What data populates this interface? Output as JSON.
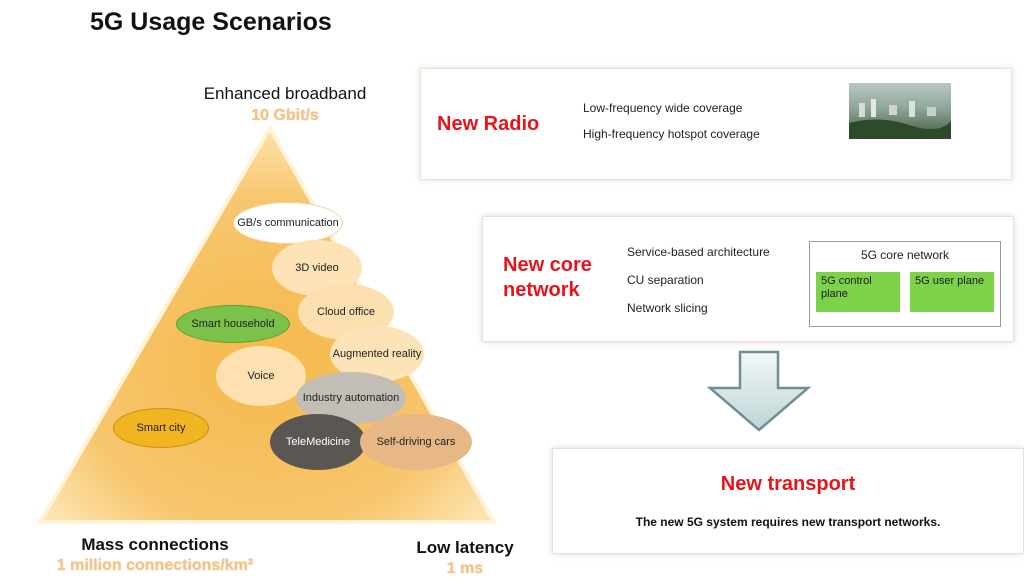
{
  "title": "5G Usage Scenarios",
  "pyramid": {
    "top_label": "Enhanced broadband",
    "top_value": "10 Gbit/s",
    "left_label": "Mass connections",
    "left_value": "1 million connections/km²",
    "right_label": "Low latency",
    "right_value": "1 ms",
    "colors": {
      "fill": "#f7bf5c",
      "edge": "#ffe9b8"
    },
    "bubbles": {
      "gbs": "GB/s communication",
      "video3d": "3D video",
      "cloud": "Cloud office",
      "household": "Smart household",
      "ar": "Augmented reality",
      "voice": "Voice",
      "industry": "Industry automation",
      "city": "Smart city",
      "telemedicine": "TeleMedicine",
      "cars": "Self-driving cars"
    }
  },
  "radio": {
    "heading": "New Radio",
    "features": [
      "Low-frequency wide coverage",
      "High-frequency hotspot coverage"
    ],
    "image_icon": "city-aerial-photo"
  },
  "core": {
    "heading_line1": "New core",
    "heading_line2": "network",
    "features": [
      "Service-based architecture",
      "CU separation",
      "Network slicing"
    ],
    "box_title": "5G core network",
    "control_plane": "5G control plane",
    "user_plane": "5G user plane"
  },
  "arrow_icon": "down-arrow-icon",
  "transport": {
    "heading": "New transport",
    "description": "The new 5G system requires new transport networks."
  },
  "accent_color": "#e8141b",
  "plane_color": "#7dd24a"
}
